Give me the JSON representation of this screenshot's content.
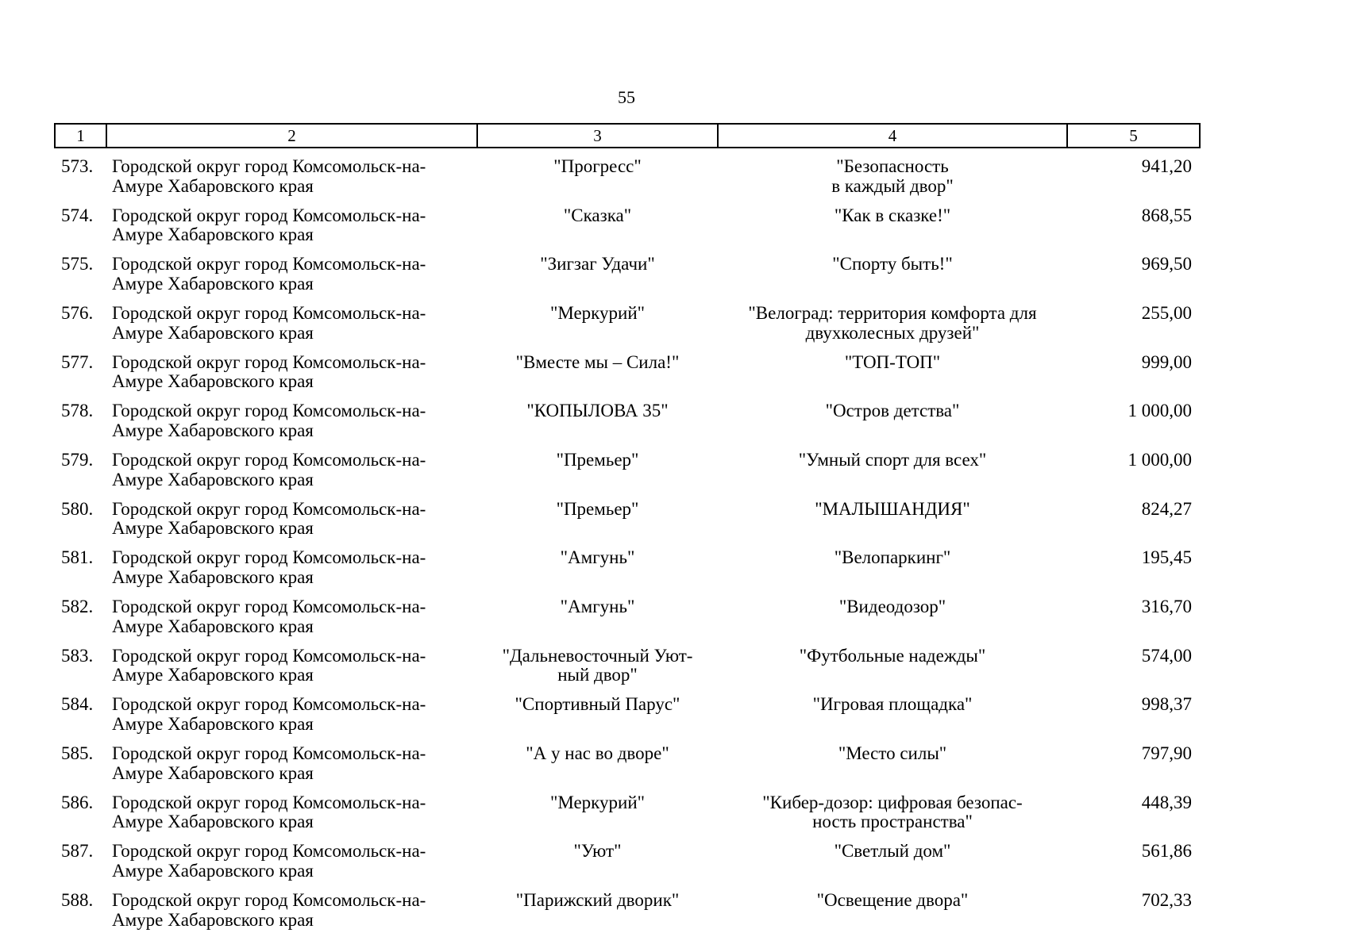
{
  "page": {
    "number": "55"
  },
  "table": {
    "headers": [
      "1",
      "2",
      "3",
      "4",
      "5"
    ],
    "rows": [
      {
        "num": "573.",
        "municipality": "Городской округ город Комсомольск-на-\nАмуре Хабаровского края",
        "org": "\"Прогресс\"",
        "project": "\"Безопасность\nв каждый двор\"",
        "amount": "941,20"
      },
      {
        "num": "574.",
        "municipality": "Городской округ город Комсомольск-на-\nАмуре Хабаровского края",
        "org": "\"Сказка\"",
        "project": "\"Как в сказке!\"",
        "amount": "868,55"
      },
      {
        "num": "575.",
        "municipality": "Городской округ город Комсомольск-на-\nАмуре Хабаровского края",
        "org": "\"Зигзаг Удачи\"",
        "project": "\"Спорту быть!\"",
        "amount": "969,50"
      },
      {
        "num": "576.",
        "municipality": "Городской округ город Комсомольск-на-\nАмуре Хабаровского края",
        "org": "\"Меркурий\"",
        "project": "\"Велоград: территория комфорта для\nдвухколесных друзей\"",
        "amount": "255,00"
      },
      {
        "num": "577.",
        "municipality": "Городской округ город Комсомольск-на-\nАмуре Хабаровского края",
        "org": "\"Вместе мы – Сила!\"",
        "project": "\"ТОП-ТОП\"",
        "amount": "999,00"
      },
      {
        "num": "578.",
        "municipality": "Городской округ город Комсомольск-на-\nАмуре Хабаровского края",
        "org": "\"КОПЫЛОВА 35\"",
        "project": "\"Остров детства\"",
        "amount": "1 000,00"
      },
      {
        "num": "579.",
        "municipality": "Городской округ город Комсомольск-на-\nАмуре Хабаровского края",
        "org": "\"Премьер\"",
        "project": "\"Умный спорт для всех\"",
        "amount": "1 000,00"
      },
      {
        "num": "580.",
        "municipality": "Городской округ город Комсомольск-на-\nАмуре Хабаровского края",
        "org": "\"Премьер\"",
        "project": "\"МАЛЫШАНДИЯ\"",
        "amount": "824,27"
      },
      {
        "num": "581.",
        "municipality": "Городской округ город Комсомольск-на-\nАмуре Хабаровского края",
        "org": "\"Амгунь\"",
        "project": "\"Велопаркинг\"",
        "amount": "195,45"
      },
      {
        "num": "582.",
        "municipality": "Городской округ город Комсомольск-на-\nАмуре Хабаровского края",
        "org": "\"Амгунь\"",
        "project": "\"Видеодозор\"",
        "amount": "316,70"
      },
      {
        "num": "583.",
        "municipality": "Городской округ город Комсомольск-на-\nАмуре Хабаровского края",
        "org": "\"Дальневосточный Уют-\nный двор\"",
        "project": "\"Футбольные надежды\"",
        "amount": "574,00"
      },
      {
        "num": "584.",
        "municipality": "Городской округ город Комсомольск-на-\nАмуре Хабаровского края",
        "org": "\"Спортивный Парус\"",
        "project": "\"Игровая площадка\"",
        "amount": "998,37"
      },
      {
        "num": "585.",
        "municipality": "Городской округ город Комсомольск-на-\nАмуре Хабаровского края",
        "org": "\"А у нас во дворе\"",
        "project": "\"Место силы\"",
        "amount": "797,90"
      },
      {
        "num": "586.",
        "municipality": "Городской округ город Комсомольск-на-\nАмуре Хабаровского края",
        "org": "\"Меркурий\"",
        "project": "\"Кибер-дозор: цифровая безопас-\nность пространства\"",
        "amount": "448,39"
      },
      {
        "num": "587.",
        "municipality": "Городской округ город Комсомольск-на-\nАмуре Хабаровского края",
        "org": "\"Уют\"",
        "project": "\"Светлый дом\"",
        "amount": "561,86"
      },
      {
        "num": "588.",
        "municipality": "Городской округ город Комсомольск-на-\nАмуре Хабаровского края",
        "org": "\"Парижский дворик\"",
        "project": "\"Освещение двора\"",
        "amount": "702,33"
      }
    ]
  }
}
